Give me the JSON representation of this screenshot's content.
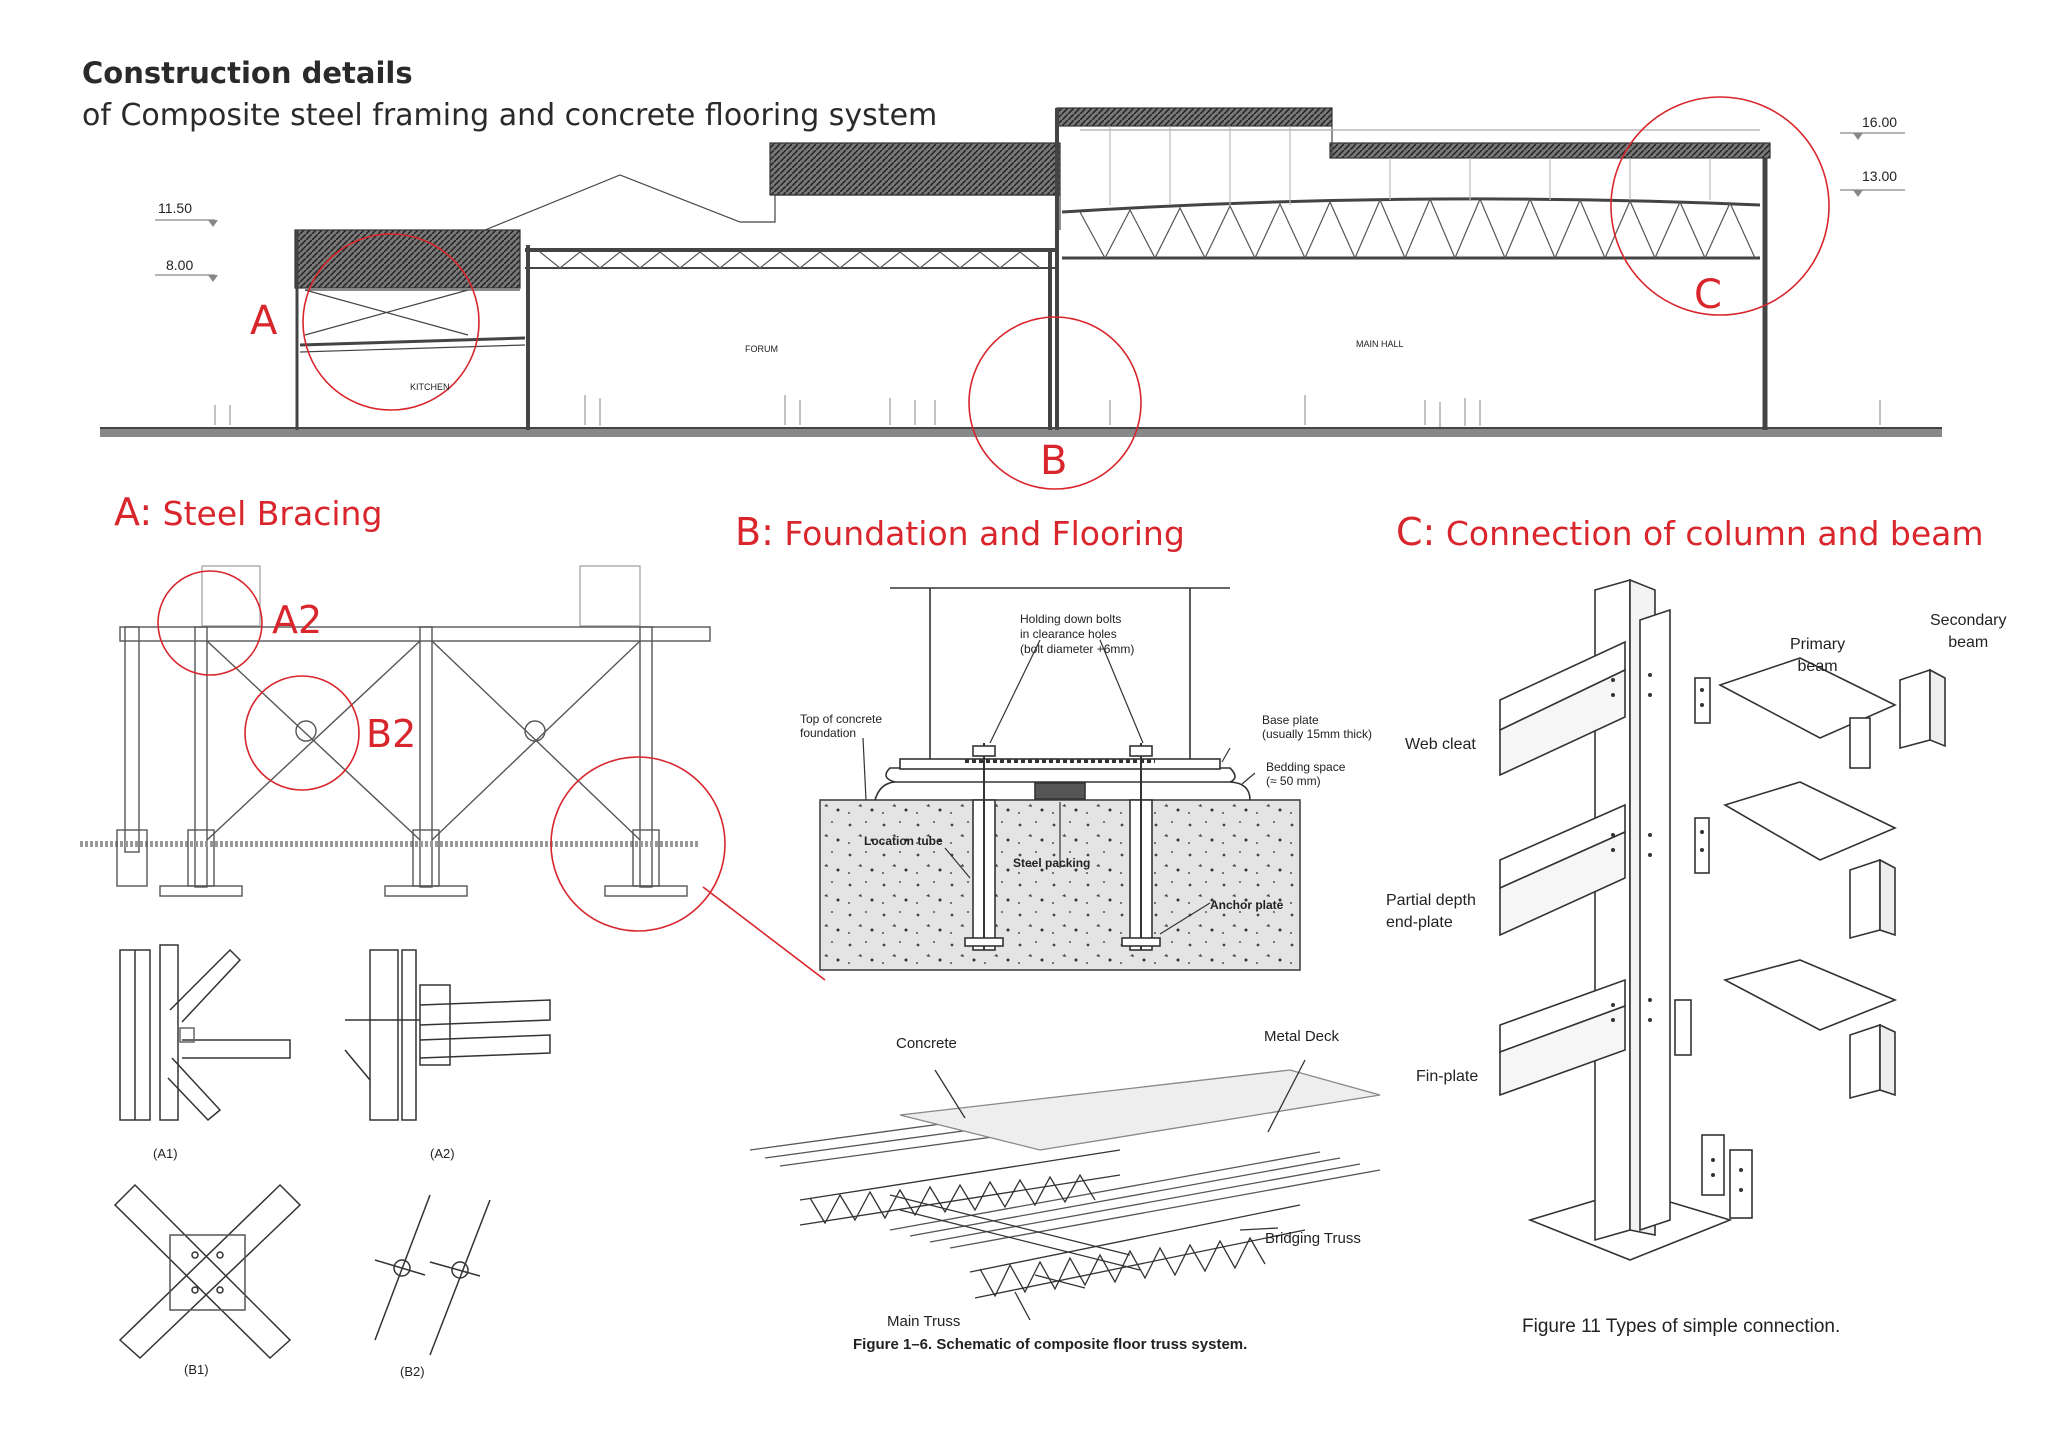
{
  "header": {
    "title": "Construction details",
    "subtitle": "of Composite steel framing and concrete flooring system"
  },
  "section_drawing": {
    "levels": [
      "11.50",
      "8.00",
      "16.00",
      "13.00"
    ],
    "rooms": [
      "KITCHEN",
      "FORUM",
      "MAIN HALL"
    ],
    "markers": [
      "A",
      "B",
      "C"
    ]
  },
  "panel_a": {
    "heading_letter": "A:",
    "heading_text": "Steel Bracing",
    "callouts": [
      "A2",
      "B2"
    ],
    "details": [
      "(A1)",
      "(A2)",
      "(B1)",
      "(B2)"
    ]
  },
  "panel_b": {
    "heading_letter": "B:",
    "heading_text": "Foundation and Flooring",
    "foundation_labels": {
      "bolts_1": "Holding down bolts",
      "bolts_2": "in clearance holes",
      "bolts_3": "(bolt diameter +6mm)",
      "top_1": "Top of concrete",
      "top_2": "foundation",
      "base_1": "Base plate",
      "base_2": "(usually 15mm thick)",
      "bed_1": "Bedding space",
      "bed_2": "(≈ 50 mm)",
      "location": "Location tube",
      "packing": "Steel packing",
      "anchor": "Anchor plate"
    },
    "truss_labels": {
      "concrete": "Concrete",
      "deck": "Metal Deck",
      "bridging": "Bridging Truss",
      "main": "Main Truss"
    },
    "figure_caption": "Figure 1–6.  Schematic of composite floor truss system."
  },
  "panel_c": {
    "heading_letter": "C:",
    "heading_text": "Connection of column and beam",
    "labels": {
      "secondary_1": "Secondary",
      "secondary_2": "beam",
      "primary_1": "Primary",
      "primary_2": "beam",
      "web_cleat": "Web cleat",
      "partial_1": "Partial depth",
      "partial_2": "end-plate",
      "fin_plate": "Fin-plate"
    },
    "figure_caption": "Figure 11  Types of simple connection."
  },
  "colors": {
    "accent": "#d8262c",
    "line": "#333333"
  }
}
